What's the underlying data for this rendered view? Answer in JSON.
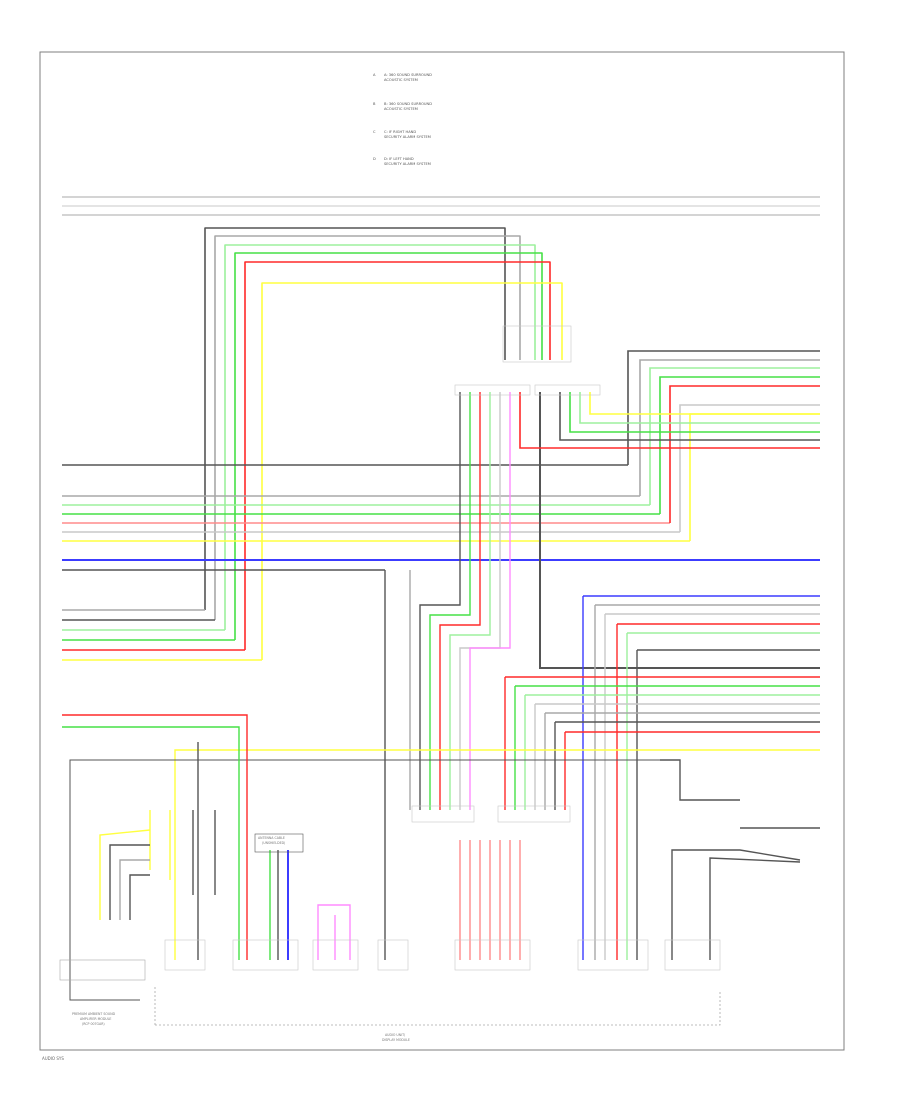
{
  "colors": {
    "black": "#555555",
    "gray": "#a8a8a8",
    "lightgray": "#c9c9c9",
    "red": "#ff2a2a",
    "green": "#46e046",
    "lightgreen": "#9df09d",
    "yellow": "#ffff40",
    "blue": "#3c3cff",
    "pink": "#ff8cff",
    "frame": "#7f7f7f"
  },
  "legend": [
    {
      "key": "A",
      "line1": "A: 360 SOUND SURROUND",
      "line2": "ACOUSTIC SYSTEM"
    },
    {
      "key": "B",
      "line1": "B: 360 SOUND SURROUND",
      "line2": "ACOUSTIC SYSTEM"
    },
    {
      "key": "C",
      "line1": "C: IF RIGHT HAND",
      "line2": "SECURITY ALARM SYSTEM"
    },
    {
      "key": "D",
      "line1": "D: IF LEFT HAND",
      "line2": "SECURITY ALARM SYSTEM"
    }
  ],
  "callouts": {
    "antenna": "ANTENNA CABLE",
    "antenna2": "(UNSHIELDED)",
    "module_bottom_left": "PREMIUM AMBIENT SOUND",
    "module_bottom_left2": "AMPLIFIER MODULE",
    "module_bottom_left3": "(RCP 007GAR)",
    "audio_unit": "AUDIO UNIT/",
    "audio_unit2": "DISPLAY MODULE",
    "page_id": "AUDIO SYS"
  }
}
